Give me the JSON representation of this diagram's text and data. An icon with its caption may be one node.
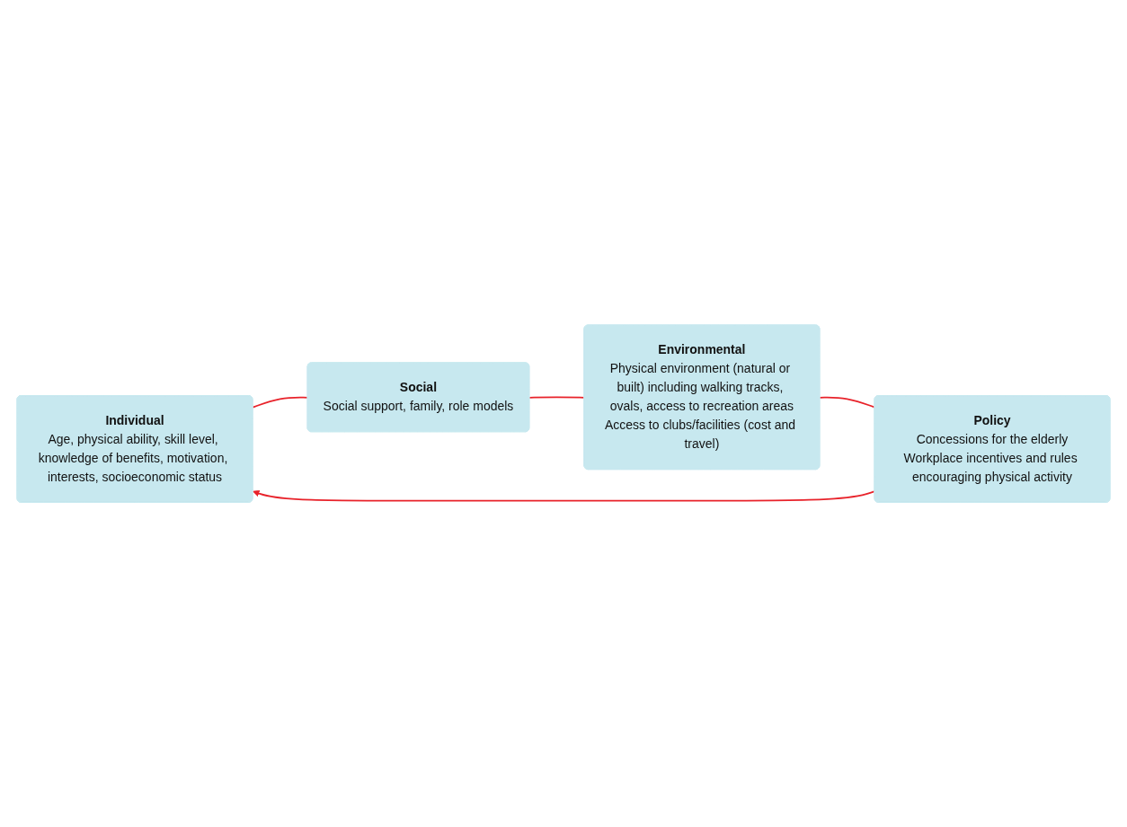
{
  "diagram": {
    "nodes": [
      {
        "text": [
          "Individual",
          "Age, physical ability, skill level, knowledge of benefits, motivation, interests, socioeconomic status"
        ]
      },
      {
        "text": [
          "Policy",
          "Concessions for the elderly",
          "Workplace incentives and rules encouraging physical activity"
        ]
      },
      {
        "text": [
          "Social",
          "Social support, family, role models"
        ]
      },
      {
        "text": [
          "Environmental",
          "Physical environment (natural or built) including walking tracks, ovals, access to recreation areas",
          "Access to clubs/facilities (cost and travel)"
        ]
      }
    ],
    "edges": [
      {
        "from": 0,
        "to": 2,
        "arrow": "none"
      },
      {
        "from": 2,
        "to": 3,
        "arrow": "none"
      },
      {
        "from": 3,
        "to": 1,
        "arrow": "none"
      },
      {
        "from": 1,
        "to": 0,
        "arrow": "to"
      }
    ]
  }
}
